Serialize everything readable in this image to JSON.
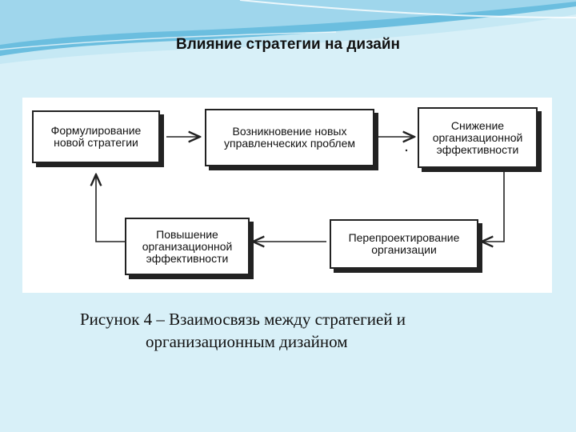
{
  "slide": {
    "title": "Влияние стратегии на дизайн"
  },
  "diagram": {
    "nodes": [
      {
        "id": "formulate",
        "lines": [
          "Формулирование",
          "новой стратегии"
        ]
      },
      {
        "id": "problems",
        "lines": [
          "Возникновение новых",
          "управленческих проблем"
        ]
      },
      {
        "id": "decrease",
        "lines": [
          "Снижение",
          "организационной",
          "эффективности"
        ]
      },
      {
        "id": "redesign",
        "lines": [
          "Перепроектирование",
          "организации"
        ]
      },
      {
        "id": "increase",
        "lines": [
          "Повышение",
          "организационной",
          "эффективности"
        ]
      }
    ],
    "edges": [
      {
        "from": "formulate",
        "to": "problems"
      },
      {
        "from": "problems",
        "to": "decrease"
      },
      {
        "from": "decrease",
        "to": "redesign"
      },
      {
        "from": "redesign",
        "to": "increase"
      },
      {
        "from": "increase",
        "to": "formulate"
      }
    ]
  },
  "caption": {
    "line1": "Рисунок 4 – Взаимосвязь между стратегией и",
    "line2": "организационным дизайном"
  }
}
